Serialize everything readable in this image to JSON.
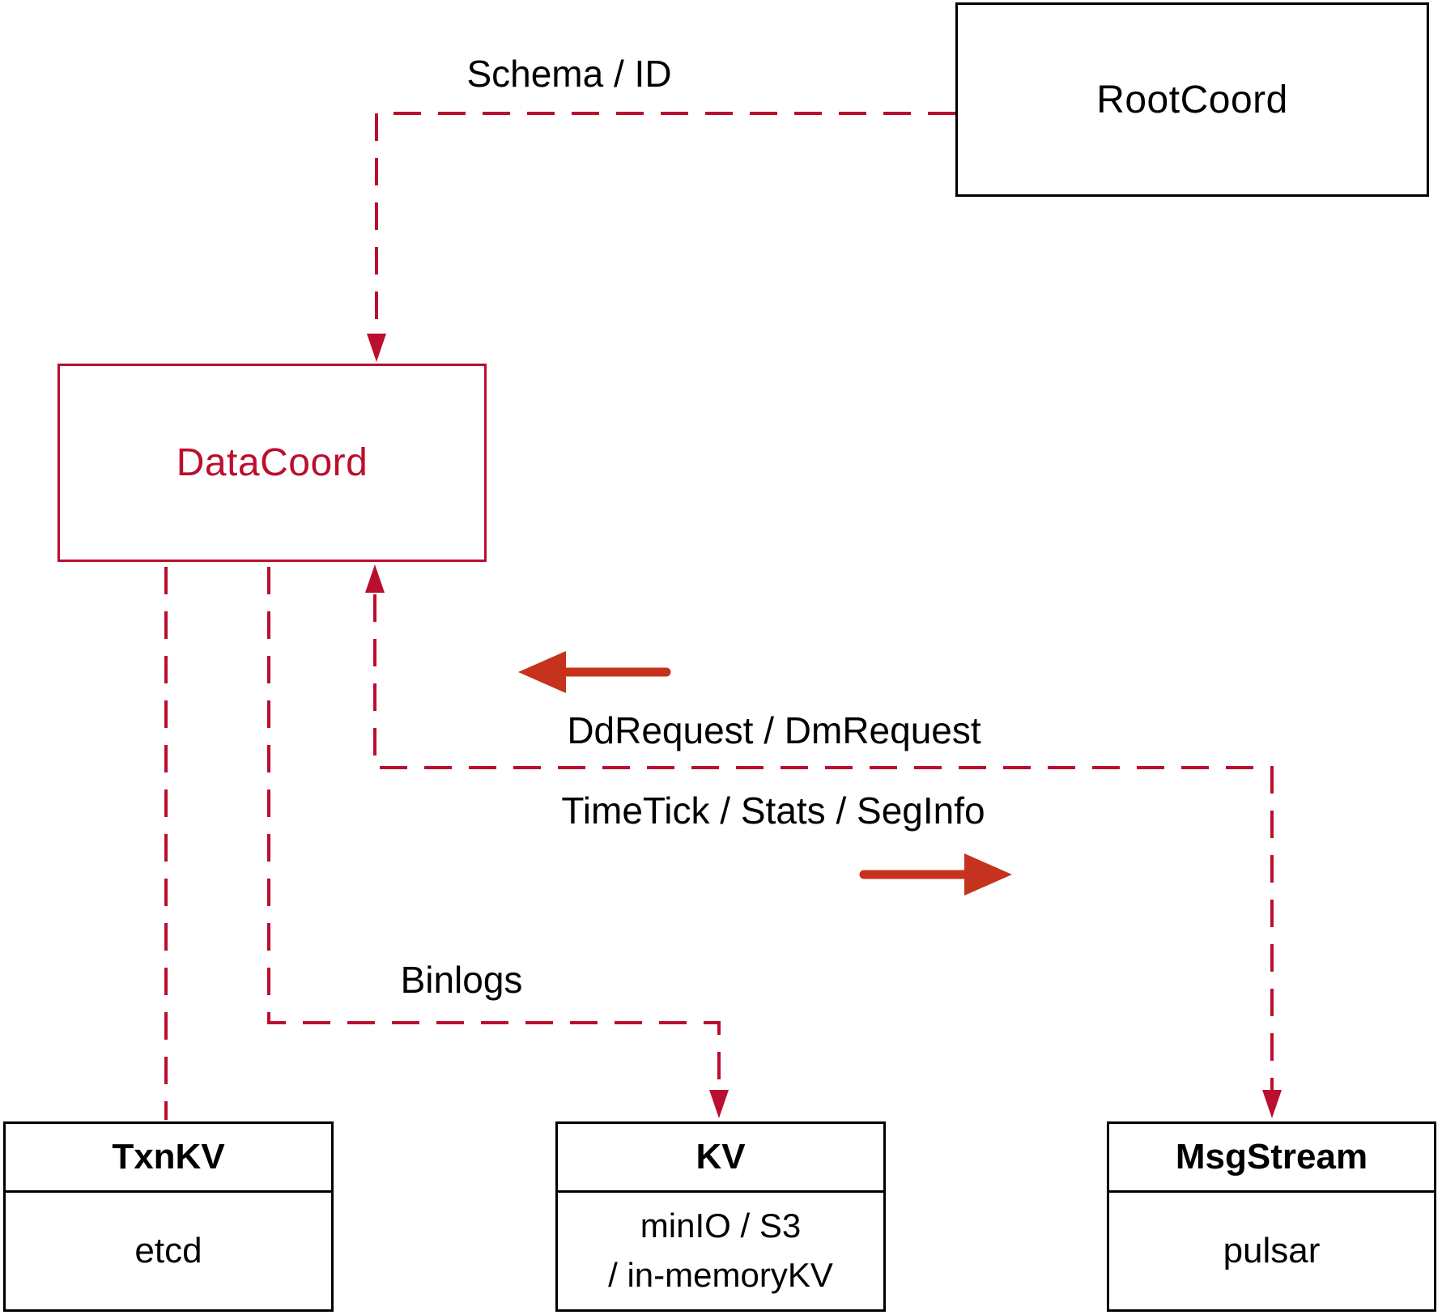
{
  "nodes": {
    "root_coord": {
      "label": "RootCoord"
    },
    "data_coord": {
      "label": "DataCoord"
    },
    "txn_kv": {
      "header": "TxnKV",
      "body": "etcd"
    },
    "kv": {
      "header": "KV",
      "body_line1": "minIO / S3",
      "body_line2": "/ in-memoryKV"
    },
    "msg_stream": {
      "header": "MsgStream",
      "body": "pulsar"
    }
  },
  "edge_labels": {
    "schema": "Schema / ID",
    "dd_request": "DdRequest / DmRequest",
    "time_tick": "TimeTick / Stats / SegInfo",
    "binlogs": "Binlogs"
  },
  "colors": {
    "crimson": "#bb0f2f",
    "solid-arrow": "#c5331e",
    "box-border": "#000000"
  }
}
